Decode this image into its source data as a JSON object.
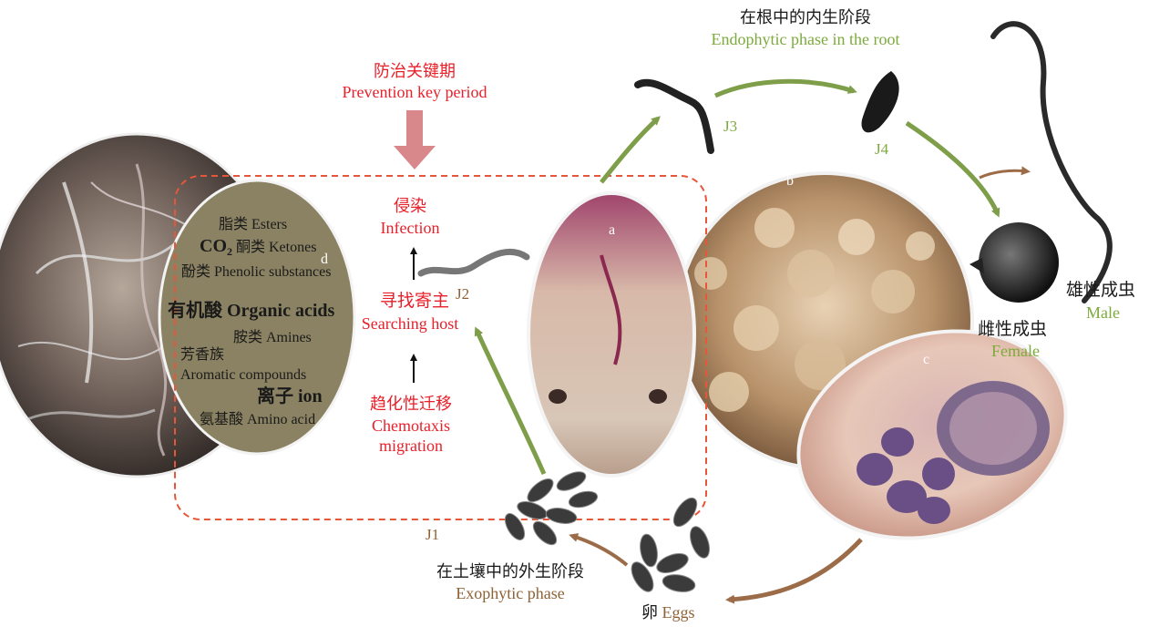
{
  "header_top": {
    "zh": "在根中的内生阶段",
    "en": "Endophytic phase in the root"
  },
  "prevention": {
    "zh": "防治关键期",
    "en": "Prevention key period"
  },
  "steps": {
    "infection_zh": "侵染",
    "infection_en": "Infection",
    "search_zh": "寻找寄主",
    "search_en": "Searching host",
    "chemo_zh": "趋化性迁移",
    "chemo_en1": "Chemotaxis",
    "chemo_en2": "migration"
  },
  "stages": {
    "j1": "J1",
    "j2": "J2",
    "j3": "J3",
    "j4": "J4"
  },
  "panels": {
    "a": "a",
    "b": "b",
    "c": "c",
    "d": "d"
  },
  "exudates": {
    "esters": "脂类 Esters",
    "co2": "CO",
    "co2_sub": "2",
    "ketones": "酮类 Ketones",
    "phenolic": "酚类 Phenolic substances",
    "organic": "有机酸 Organic acids",
    "amines": "胺类 Amines",
    "aromatic_zh": "芳香族",
    "aromatic_en": "Aromatic compounds",
    "ion": "离子 ion",
    "amino": "氨基酸 Amino acid"
  },
  "adults": {
    "male_zh": "雄性成虫",
    "male_en": "Male",
    "female_zh": "雌性成虫",
    "female_en": "Female"
  },
  "bottom": {
    "exo_zh": "在土壤中的外生阶段",
    "exo_en": "Exophytic phase",
    "eggs_zh": "卵",
    "eggs_en": "Eggs"
  },
  "colors": {
    "red": "#e8202a",
    "green_arrow": "#7e9e4a",
    "brown_arrow": "#9c6b47",
    "disk": "#8a8262",
    "dashed_box": "#e8563a"
  }
}
